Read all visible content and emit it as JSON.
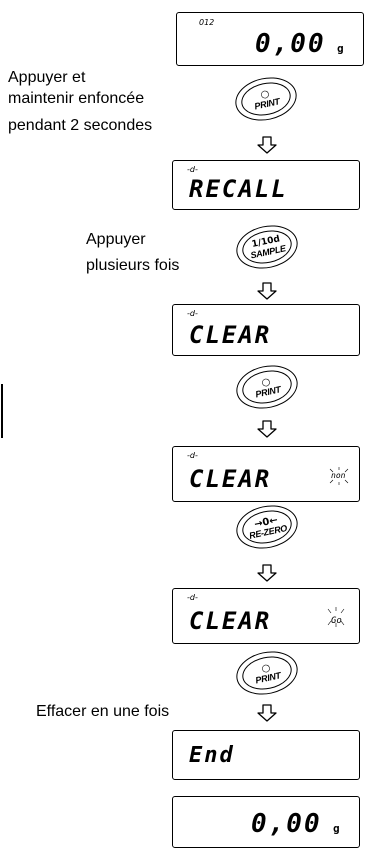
{
  "displays": {
    "initial": {
      "small": "012",
      "main": "0,00",
      "unit": "g"
    },
    "recall": {
      "small": "-d-",
      "main": "RECALL"
    },
    "clear1": {
      "small": "-d-",
      "main": "CLEAR"
    },
    "clear2": {
      "small": "-d-",
      "main": "CLEAR",
      "indicator": "non"
    },
    "clear3": {
      "small": "-d-",
      "main": "CLEAR",
      "indicator": "Go"
    },
    "end": {
      "main": "End"
    },
    "final": {
      "main": "0,00",
      "unit": "g"
    }
  },
  "keys": {
    "print1": {
      "symbol": "○",
      "label": "PRINT"
    },
    "sample": {
      "symbol": "1/10d",
      "label": "SAMPLE"
    },
    "print2": {
      "symbol": "○",
      "label": "PRINT"
    },
    "rezero": {
      "symbol": "→0←",
      "label": "RE-ZERO"
    },
    "print3": {
      "symbol": "○",
      "label": "PRINT"
    }
  },
  "captions": {
    "press_hold": [
      "Appuyer et",
      "maintenir enfoncée",
      "pendant 2 secondes"
    ],
    "press_multiple": [
      "Appuyer",
      "plusieurs fois"
    ],
    "clear_once": "Effacer en une fois"
  }
}
